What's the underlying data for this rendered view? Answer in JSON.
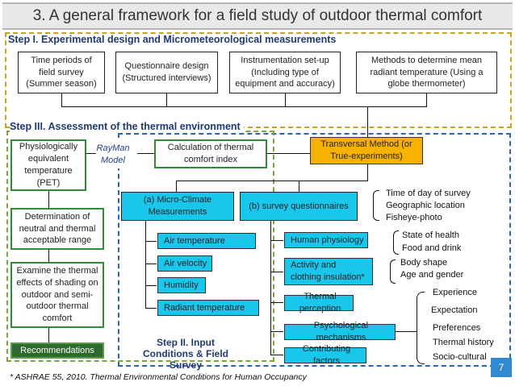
{
  "title": "3. A general framework for a field study of outdoor thermal comfort",
  "step1": {
    "label": "Step I. Experimental design and Micrometeorological measurements",
    "boxes": [
      "Time periods of field survey (Summer season)",
      "Questionnaire design (Structured interviews)",
      "Instrumentation set-up (Including type of equipment and accuracy)",
      "Methods to determine mean radiant temperature (Using a globe thermometer)"
    ]
  },
  "step3": {
    "label": "Step III. Assessment of the thermal environment",
    "pet": "Physiologically equivalent temperature (PET)",
    "rayman": "RayMan Model",
    "calc": "Calculation of thermal comfort index",
    "neutral": "Determination of neutral and thermal acceptable range",
    "shading": "Examine the thermal effects of shading on outdoor and semi-outdoor thermal comfort",
    "recommendations": "Recommendations"
  },
  "step2": {
    "label": "Step II. Input Conditions & Field Survey",
    "transversal": "Transversal Method (or True-experiments)",
    "micro": "(a) Micro-Climate Measurements",
    "survey": "(b) survey questionnaires",
    "micro_items": [
      "Air temperature",
      "Air velocity",
      "Humidity",
      "Radiant temperature"
    ],
    "survey_items": [
      "Human physiology",
      "Activity and clothing insulation*",
      "Thermal perception",
      "Psychological mechanisms",
      "Contributing factors"
    ]
  },
  "notes": {
    "survey_notes": [
      "Time of day of survey",
      "Geographic location",
      "Fisheye-photo"
    ],
    "physiology_notes": [
      "State of health",
      "Food and drink"
    ],
    "activity_notes": [
      "Body shape",
      "Age and gender"
    ],
    "experience": "Experience",
    "expectation": "Expectation",
    "psych_notes": [
      "Preferences",
      "Thermal history",
      "Socio-cultural"
    ]
  },
  "footnote": "* ASHRAE 55, 2010. Thermal Environmental Conditions for Human Occupancy",
  "page_number": "7"
}
